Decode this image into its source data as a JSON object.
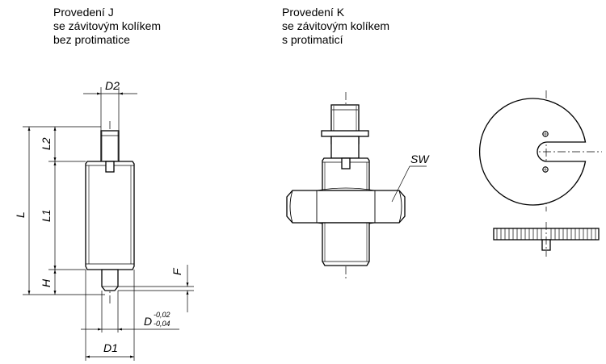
{
  "captions": {
    "j": [
      "Provedení J",
      "se závitovým kolíkem",
      "bez protimatice"
    ],
    "k": [
      "Provedení K",
      "se závitovým kolíkem",
      "s protimaticí"
    ]
  },
  "dims": {
    "D2": "D2",
    "L2": "L2",
    "L": "L",
    "L1": "L1",
    "H": "H",
    "F": "F",
    "D": "D",
    "D_tol_upper": "-0,02",
    "D_tol_lower": "-0,04",
    "D1": "D1",
    "SW": "SW"
  }
}
